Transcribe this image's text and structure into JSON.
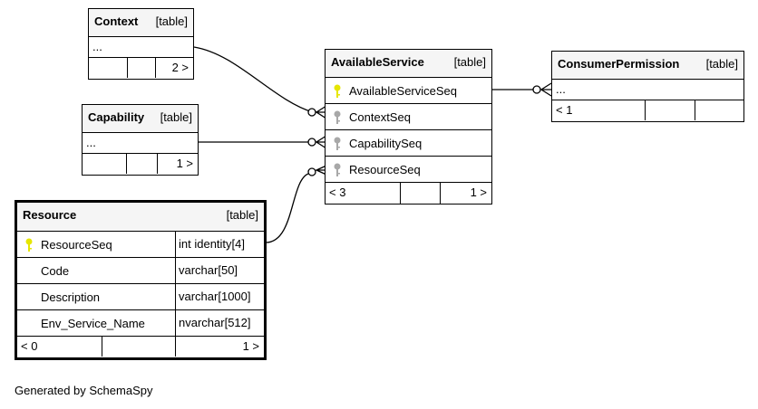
{
  "tables": {
    "context": {
      "name": "Context",
      "kind": "[table]",
      "ellipsis": "...",
      "children": "2 >"
    },
    "capability": {
      "name": "Capability",
      "kind": "[table]",
      "ellipsis": "...",
      "children": "1 >"
    },
    "resource": {
      "name": "Resource",
      "kind": "[table]",
      "columns": [
        {
          "name": "ResourceSeq",
          "type": "int identity[4]",
          "key": "primary"
        },
        {
          "name": "Code",
          "type": "varchar[50]",
          "key": ""
        },
        {
          "name": "Description",
          "type": "varchar[1000]",
          "key": ""
        },
        {
          "name": "Env_Service_Name",
          "type": "nvarchar[512]",
          "key": ""
        }
      ],
      "parents": "< 0",
      "children": "1 >"
    },
    "available_service": {
      "name": "AvailableService",
      "kind": "[table]",
      "columns": [
        {
          "name": "AvailableServiceSeq",
          "key": "primary"
        },
        {
          "name": "ContextSeq",
          "key": "foreign"
        },
        {
          "name": "CapabilitySeq",
          "key": "foreign"
        },
        {
          "name": "ResourceSeq",
          "key": "foreign"
        }
      ],
      "parents": "< 3",
      "children": "1 >"
    },
    "consumer_permission": {
      "name": "ConsumerPermission",
      "kind": "[table]",
      "ellipsis": "...",
      "parents": "< 1"
    }
  },
  "colors": {
    "primary_key": "#e6e600",
    "foreign_key": "#a8a8a8",
    "header_bg": "#f5f5f5"
  },
  "footer": {
    "credit": "Generated by SchemaSpy"
  }
}
